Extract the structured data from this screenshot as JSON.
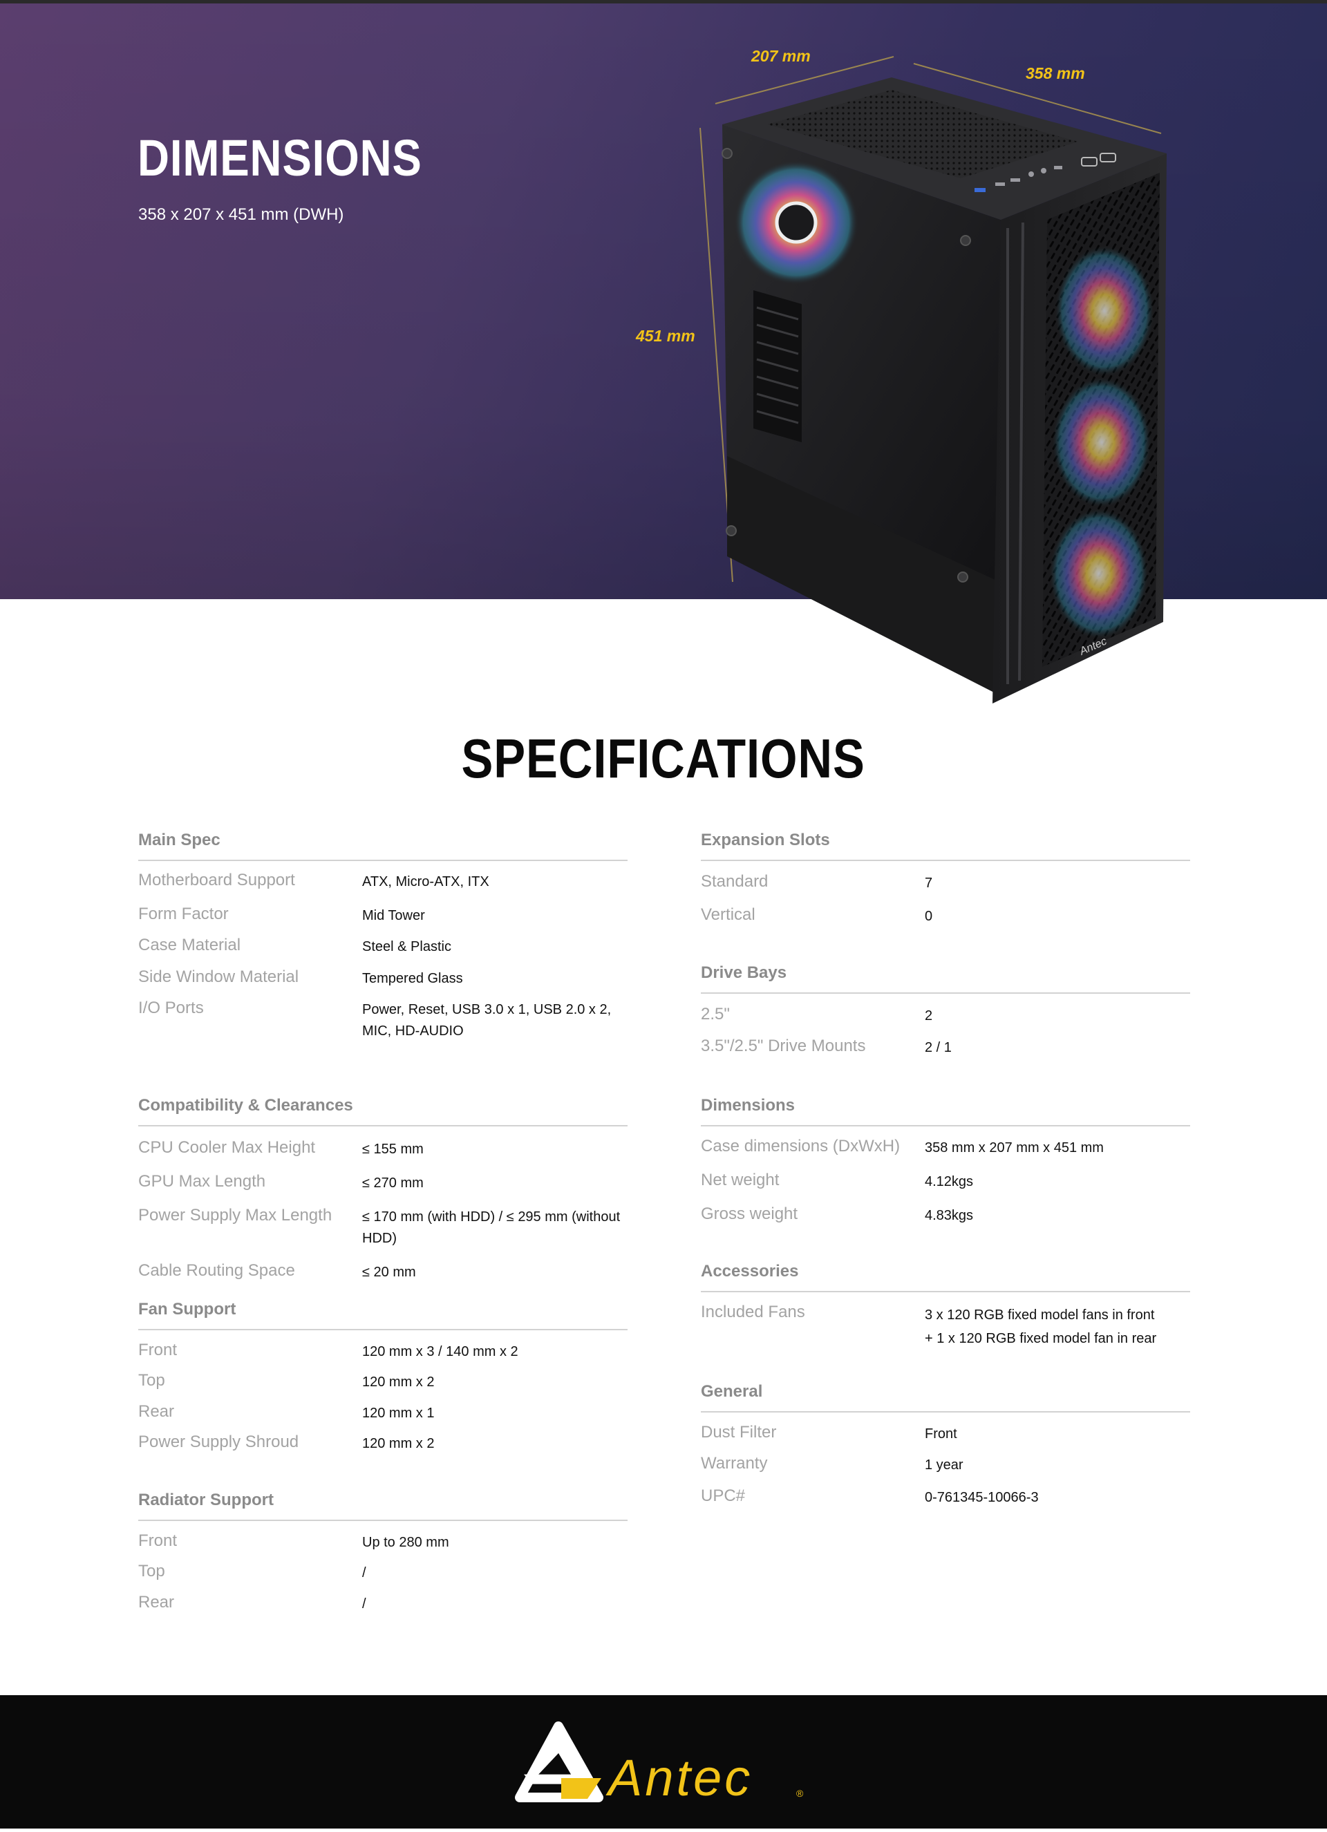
{
  "hero": {
    "title": "DIMENSIONS",
    "subtitle": "358 x 207 x 451 mm (DWH)",
    "width_label": "207 mm",
    "depth_label": "358 mm",
    "height_label": "451 mm",
    "accent_color": "#f2c318"
  },
  "case": {
    "brand_mark": "Antec"
  },
  "specs": {
    "title": "SPECIFICATIONS",
    "left": [
      {
        "heading": "Main Spec",
        "rows": [
          {
            "label": "Motherboard Support",
            "value": "ATX, Micro-ATX, ITX"
          },
          {
            "label": "Form Factor",
            "value": "Mid Tower"
          },
          {
            "label": "Case Material",
            "value": "Steel & Plastic"
          },
          {
            "label": "Side Window Material",
            "value": "Tempered Glass"
          },
          {
            "label": "I/O Ports",
            "value": "Power, Reset, USB 3.0  x 1, USB 2.0 x 2,",
            "value2": "MIC, HD-AUDIO"
          }
        ]
      },
      {
        "heading": "Compatibility & Clearances",
        "rows": [
          {
            "label": "CPU Cooler Max Height",
            "value": "≤ 155 mm"
          },
          {
            "label": "GPU Max Length",
            "value": "≤ 270 mm"
          },
          {
            "label": "Power Supply Max Length",
            "value": "≤ 170 mm (with HDD) / ≤ 295 mm (without HDD)"
          },
          {
            "label": "Cable Routing Space",
            "value": "≤ 20 mm"
          }
        ]
      },
      {
        "heading": "Fan Support",
        "rows": [
          {
            "label": "Front",
            "value": "120 mm x 3 / 140 mm x 2"
          },
          {
            "label": "Top",
            "value": "120 mm x 2"
          },
          {
            "label": "Rear",
            "value": "120 mm x 1"
          },
          {
            "label": "Power Supply Shroud",
            "value": "120 mm x 2"
          }
        ]
      },
      {
        "heading": "Radiator Support",
        "rows": [
          {
            "label": "Front",
            "value": "Up to 280 mm"
          },
          {
            "label": "Top",
            "value": "/"
          },
          {
            "label": "Rear",
            "value": "/"
          }
        ]
      }
    ],
    "right": [
      {
        "heading": "Expansion Slots",
        "rows": [
          {
            "label": "Standard",
            "value": "7"
          },
          {
            "label": "Vertical",
            "value": "0"
          }
        ]
      },
      {
        "heading": "Drive Bays",
        "rows": [
          {
            "label": "2.5\"",
            "value": "2"
          },
          {
            "label": "3.5\"/2.5\" Drive Mounts",
            "value": "2 / 1"
          }
        ]
      },
      {
        "heading": "Dimensions",
        "rows": [
          {
            "label": "Case dimensions (DxWxH)",
            "value": "358 mm x 207 mm x 451 mm"
          },
          {
            "label": "Net weight",
            "value": "4.12kgs"
          },
          {
            "label": "Gross weight",
            "value": "4.83kgs"
          }
        ]
      },
      {
        "heading": "Accessories",
        "rows": [
          {
            "label": "Included Fans",
            "value": "3 x 120 RGB fixed model fans in front",
            "value2": "+ 1 x 120 RGB fixed model fan in rear"
          }
        ]
      },
      {
        "heading": "General",
        "rows": [
          {
            "label": "Dust Filter",
            "value": "Front"
          },
          {
            "label": "Warranty",
            "value": "1 year"
          },
          {
            "label": "UPC#",
            "value": "0-761345-10066-3"
          }
        ]
      }
    ]
  },
  "footer": {
    "brand": "Antec",
    "registered_mark": "®",
    "logo_color": "#f2c318"
  }
}
